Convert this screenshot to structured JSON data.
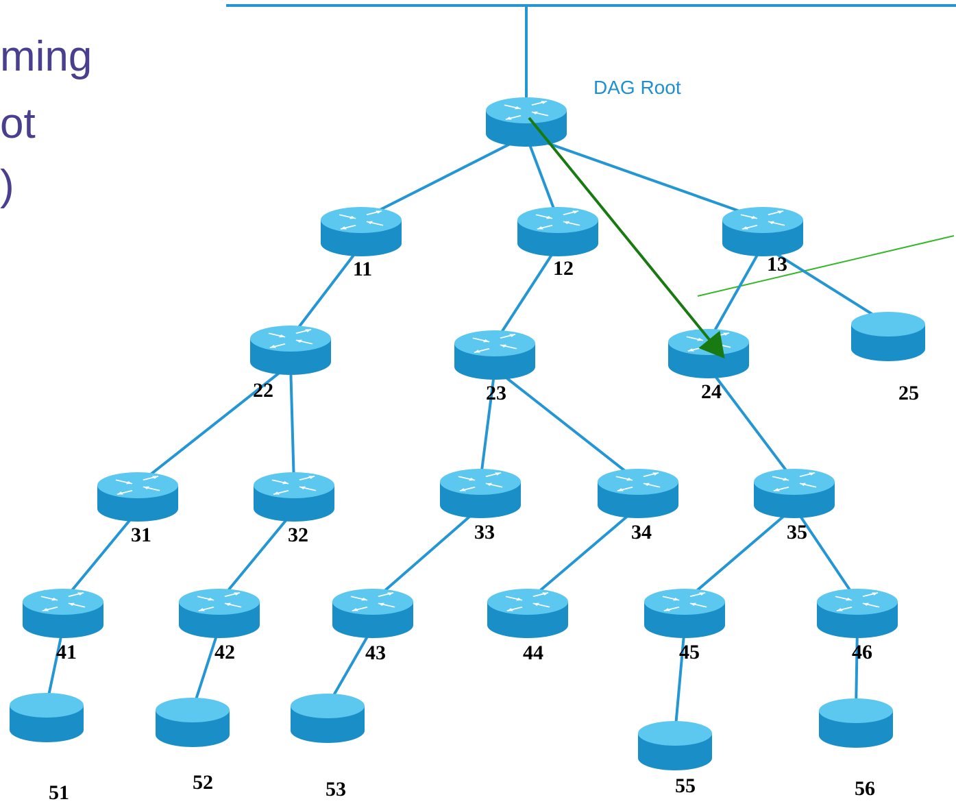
{
  "title_fragments": [
    "ming",
    "ot",
    ")"
  ],
  "root": {
    "label": "DAG Root"
  },
  "nodes": [
    {
      "id": "root",
      "kind": "router",
      "label": ""
    },
    {
      "id": "11",
      "kind": "router",
      "label": "11"
    },
    {
      "id": "12",
      "kind": "router",
      "label": "12"
    },
    {
      "id": "13",
      "kind": "router",
      "label": "13"
    },
    {
      "id": "22",
      "kind": "router",
      "label": "22"
    },
    {
      "id": "23",
      "kind": "router",
      "label": "23"
    },
    {
      "id": "24",
      "kind": "router",
      "label": "24"
    },
    {
      "id": "25",
      "kind": "host",
      "label": "25"
    },
    {
      "id": "31",
      "kind": "router",
      "label": "31"
    },
    {
      "id": "32",
      "kind": "router",
      "label": "32"
    },
    {
      "id": "33",
      "kind": "router",
      "label": "33"
    },
    {
      "id": "34",
      "kind": "router",
      "label": "34"
    },
    {
      "id": "35",
      "kind": "router",
      "label": "35"
    },
    {
      "id": "41",
      "kind": "router",
      "label": "41"
    },
    {
      "id": "42",
      "kind": "router",
      "label": "42"
    },
    {
      "id": "43",
      "kind": "router",
      "label": "43"
    },
    {
      "id": "44",
      "kind": "router",
      "label": "44"
    },
    {
      "id": "45",
      "kind": "router",
      "label": "45"
    },
    {
      "id": "46",
      "kind": "router",
      "label": "46"
    },
    {
      "id": "51",
      "kind": "host",
      "label": "51"
    },
    {
      "id": "52",
      "kind": "host",
      "label": "52"
    },
    {
      "id": "53",
      "kind": "host",
      "label": "53"
    },
    {
      "id": "55",
      "kind": "host",
      "label": "55"
    },
    {
      "id": "56",
      "kind": "host",
      "label": "56"
    }
  ],
  "edges": [
    [
      "root",
      "11"
    ],
    [
      "root",
      "12"
    ],
    [
      "root",
      "13"
    ],
    [
      "11",
      "22"
    ],
    [
      "12",
      "23"
    ],
    [
      "13",
      "24"
    ],
    [
      "13",
      "25"
    ],
    [
      "22",
      "31"
    ],
    [
      "22",
      "32"
    ],
    [
      "23",
      "33"
    ],
    [
      "23",
      "34"
    ],
    [
      "24",
      "35"
    ],
    [
      "31",
      "41"
    ],
    [
      "32",
      "42"
    ],
    [
      "33",
      "43"
    ],
    [
      "34",
      "44"
    ],
    [
      "35",
      "45"
    ],
    [
      "35",
      "46"
    ],
    [
      "41",
      "51"
    ],
    [
      "42",
      "52"
    ],
    [
      "43",
      "53"
    ],
    [
      "45",
      "55"
    ],
    [
      "46",
      "56"
    ]
  ],
  "highlight": {
    "from": "root",
    "to": "24",
    "color": "#1a7a12"
  },
  "colors": {
    "link": "#2596d4",
    "router_top": "#5cc8f0",
    "router_side": "#1a8fc7",
    "arrow": "#1a7a12",
    "boundary": "#34b82a",
    "title": "#4a3f8f"
  }
}
